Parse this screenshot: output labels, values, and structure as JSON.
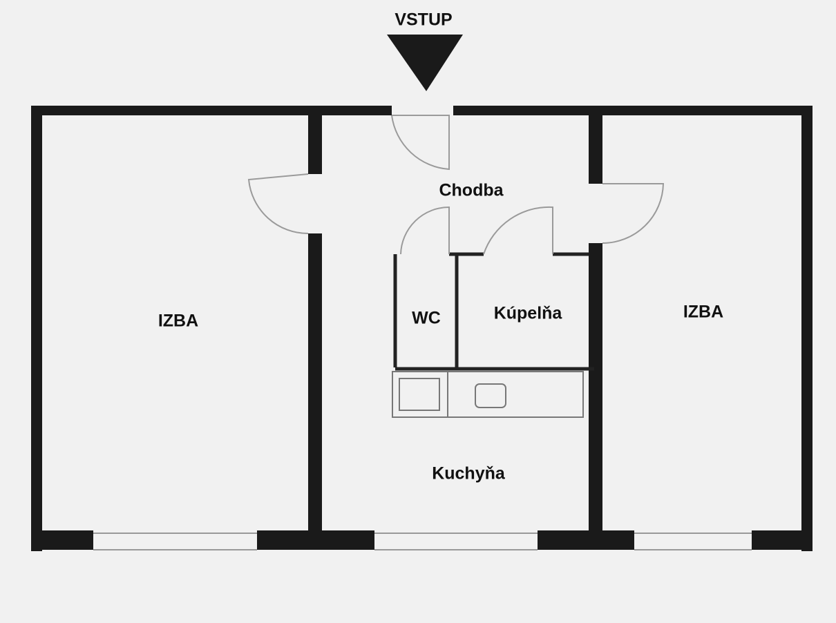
{
  "plan": {
    "entrance_label": "VSTUP",
    "rooms": {
      "left_room": "IZBA",
      "right_room": "IZBA",
      "hall": "Chodba",
      "wc": "WC",
      "bathroom": "Kúpelňa",
      "kitchen": "Kuchyňa"
    }
  },
  "colors": {
    "background": "#f1f1f1",
    "wall": "#1a1a1a",
    "label": "#111111"
  }
}
